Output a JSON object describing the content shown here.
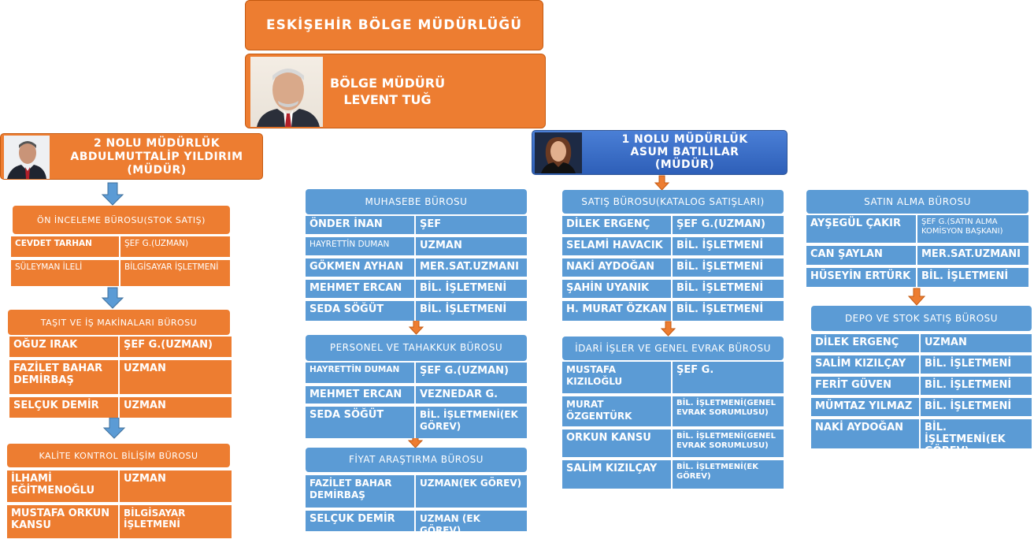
{
  "org_title": "ESKİŞEHİR BÖLGE MÜDÜRLÜĞÜ",
  "regional_manager": {
    "line1": "BÖLGE MÜDÜRÜ",
    "line2": "LEVENT TUĞ"
  },
  "directorate2": {
    "line1": "2 NOLU MÜDÜRLÜK",
    "line2": "ABDULMUTTALİP YILDIRIM",
    "line3": "(MÜDÜR)"
  },
  "directorate1": {
    "line1": "1 NOLU MÜDÜRLÜK",
    "line2": "ASUM BATILILAR",
    "line3": "(MÜDÜR)"
  },
  "on_inceleme": {
    "title": "ÖN İNCELEME BÜROSU(STOK SATIŞ)",
    "rows": [
      {
        "name": "CEVDET TARHAN",
        "role": "ŞEF G.(UZMAN)"
      },
      {
        "name": "SÜLEYMAN İLELİ",
        "role": "BİLGİSAYAR İŞLETMENİ"
      }
    ]
  },
  "tasit": {
    "title": "TAŞIT VE İŞ MAKİNALARI BÜROSU",
    "rows": [
      {
        "name": "OĞUZ IRAK",
        "role": "ŞEF G.(UZMAN)"
      },
      {
        "name": "FAZİLET BAHAR DEMİRBAŞ",
        "role": "UZMAN"
      },
      {
        "name": "SELÇUK DEMİR",
        "role": "UZMAN"
      }
    ]
  },
  "kalite": {
    "title": "KALİTE KONTROL BİLİŞİM BÜROSU",
    "rows": [
      {
        "name": "İLHAMİ EĞİTMENOĞLU",
        "role": "UZMAN"
      },
      {
        "name": "MUSTAFA ORKUN KANSU",
        "role": "BİLGİSAYAR İŞLETMENİ"
      }
    ]
  },
  "muhasebe": {
    "title": "MUHASEBE BÜROSU",
    "rows": [
      {
        "name": "ÖNDER İNAN",
        "role": "ŞEF"
      },
      {
        "name": "HAYRETTİN DUMAN",
        "role": "UZMAN"
      },
      {
        "name": "GÖKMEN AYHAN",
        "role": "MER.SAT.UZMANI"
      },
      {
        "name": "MEHMET ERCAN",
        "role": "BİL. İŞLETMENİ"
      },
      {
        "name": "SEDA SÖĞÜT",
        "role": "BİL. İŞLETMENİ"
      }
    ]
  },
  "personel": {
    "title": "PERSONEL VE TAHAKKUK BÜROSU",
    "rows": [
      {
        "name": "HAYRETTİN DUMAN",
        "role": "ŞEF G.(UZMAN)"
      },
      {
        "name": "MEHMET ERCAN",
        "role": "VEZNEDAR G."
      },
      {
        "name": "SEDA SÖĞÜT",
        "role": "BİL. İŞLETMENİ(EK GÖREV)"
      }
    ]
  },
  "fiyat": {
    "title": "FİYAT ARAŞTIRMA BÜROSU",
    "rows": [
      {
        "name": "FAZİLET BAHAR DEMİRBAŞ",
        "role": "UZMAN(EK GÖREV)"
      },
      {
        "name": "SELÇUK DEMİR",
        "role": "UZMAN (EK GÖREV)"
      }
    ]
  },
  "satis": {
    "title": "SATIŞ BÜROSU(KATALOG SATIŞLARI)",
    "rows": [
      {
        "name": "DİLEK ERGENÇ",
        "role": "ŞEF G.(UZMAN)"
      },
      {
        "name": "SELAMİ HAVACIK",
        "role": "BİL. İŞLETMENİ"
      },
      {
        "name": "NAKİ AYDOĞAN",
        "role": "BİL. İŞLETMENİ"
      },
      {
        "name": "ŞAHİN UYANIK",
        "role": "BİL. İŞLETMENİ"
      },
      {
        "name": "H. MURAT ÖZKAN",
        "role": "BİL. İŞLETMENİ"
      }
    ]
  },
  "idari": {
    "title": "İDARİ İŞLER VE GENEL EVRAK BÜROSU",
    "rows": [
      {
        "name": "MUSTAFA KIZILOĞLU",
        "role": "ŞEF G."
      },
      {
        "name": "MURAT ÖZGENTÜRK",
        "role": "BİL. İŞLETMENİ(GENEL EVRAK SORUMLUSU)"
      },
      {
        "name": "ORKUN KANSU",
        "role": "BİL. İŞLETMENİ(GENEL EVRAK SORUMLUSU)"
      },
      {
        "name": "SALİM KIZILÇAY",
        "role": "BİL. İŞLETMENİ(EK GÖREV)"
      }
    ]
  },
  "satin_alma": {
    "title": "SATIN ALMA BÜROSU",
    "rows": [
      {
        "name": "AYŞEGÜL ÇAKIR",
        "role": "ŞEF G.(SATIN ALMA KOMİSYON BAŞKANI)"
      },
      {
        "name": "CAN ŞAYLAN",
        "role": "MER.SAT.UZMANI"
      },
      {
        "name": "HÜSEYİN ERTÜRK",
        "role": "BİL. İŞLETMENİ"
      }
    ]
  },
  "depo": {
    "title": "DEPO VE STOK SATIŞ BÜROSU",
    "rows": [
      {
        "name": "DİLEK ERGENÇ",
        "role": "UZMAN"
      },
      {
        "name": "SALİM KIZILÇAY",
        "role": "BİL. İŞLETMENİ"
      },
      {
        "name": "FERİT GÜVEN",
        "role": "BİL. İŞLETMENİ"
      },
      {
        "name": "MÜMTAZ YILMAZ",
        "role": "BİL. İŞLETMENİ"
      },
      {
        "name": "NAKİ AYDOĞAN",
        "role": "BİL. İŞLETMENİ(EK GÖREV)"
      }
    ]
  }
}
